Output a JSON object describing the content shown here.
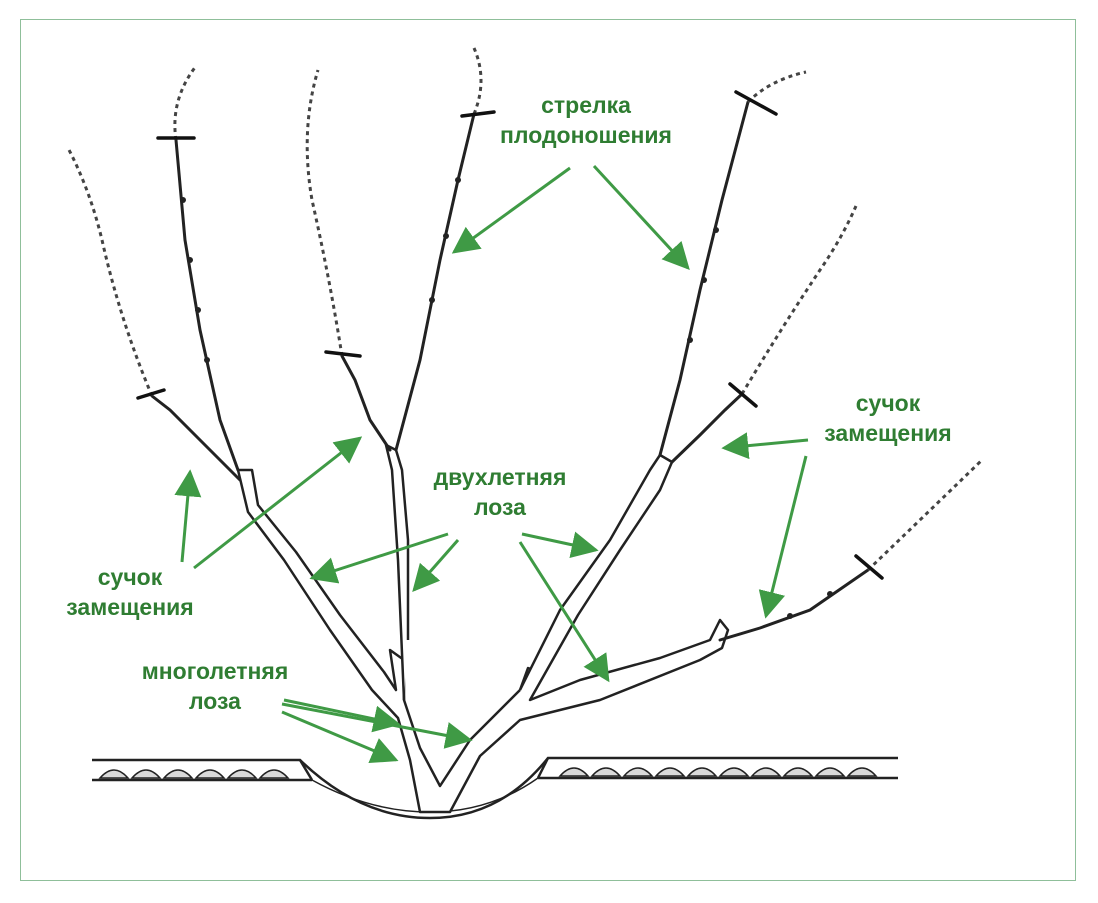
{
  "colors": {
    "label": "#2f7d32",
    "arrow": "#3f9a45",
    "ink": "#222222",
    "frame": "#8fbf9a"
  },
  "labels": {
    "fruiting_arrow": {
      "line1": "стрелка",
      "line2": "плодоношения"
    },
    "spur_right": {
      "line1": "сучок",
      "line2": "замещения"
    },
    "biennial_vine": {
      "line1": "двухлетняя",
      "line2": "лоза"
    },
    "spur_left": {
      "line1": "сучок",
      "line2": "замещения"
    },
    "perennial_vine": {
      "line1": "многолетняя",
      "line2": "лоза"
    }
  }
}
